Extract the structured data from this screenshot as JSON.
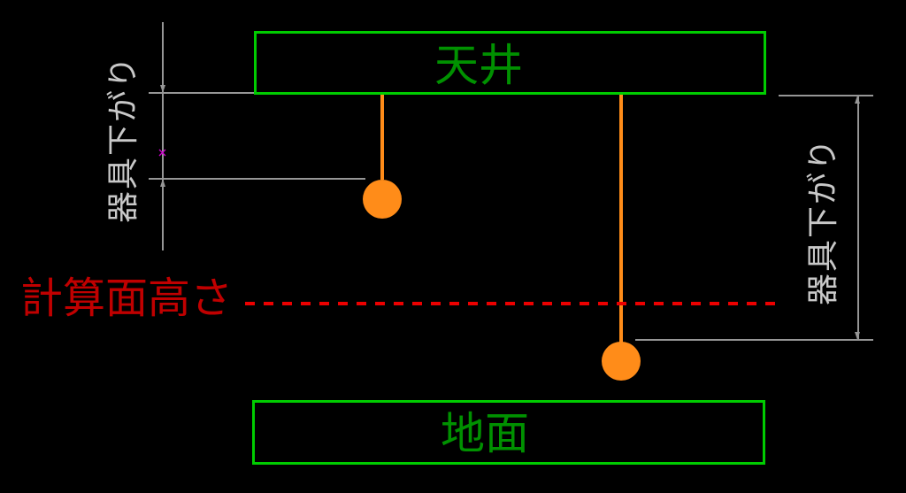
{
  "diagram": {
    "ceiling_label": "天井",
    "ground_label": "地面",
    "calc_plane_label": "計算面高さ",
    "left_dimension_label": "器具下がり",
    "right_dimension_label": "器具下がり"
  },
  "colors": {
    "bg": "#000000",
    "room-green": "#00cc00",
    "label-green": "#009100",
    "fixture-orange": "#ff8c19",
    "calc-red": "#ec0000",
    "calc-label-red": "#c00000",
    "dim-line": "#969696",
    "dim-text": "#c8c8c8",
    "mark-magenta": "#cd00cd"
  }
}
